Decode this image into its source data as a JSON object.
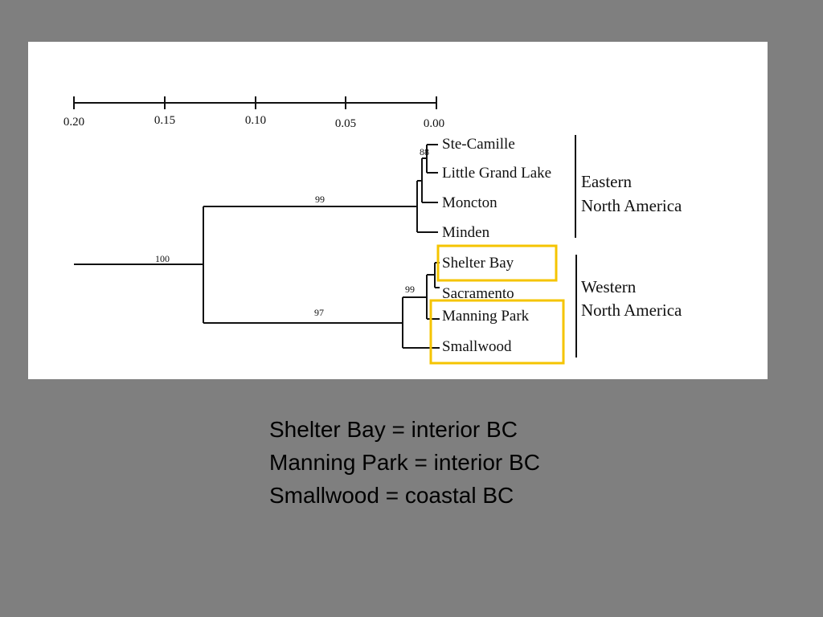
{
  "colors": {
    "background": "#7f7f7f",
    "panel": "#ffffff",
    "highlight": "#f5c400",
    "ink": "#111111"
  },
  "scale_bar": {
    "ticks": [
      "0.20",
      "0.15",
      "0.10",
      "0.05",
      "0.00"
    ]
  },
  "taxa": [
    "Ste-Camille",
    "Little Grand Lake",
    "Moncton",
    "Minden",
    "Shelter Bay",
    "Sacramento",
    "Manning Park",
    "Smallwood"
  ],
  "support_values": {
    "root": "100",
    "eastern": "99",
    "ste_camille_lgl": "88",
    "western": "97",
    "western_inner": "99"
  },
  "regions": {
    "eastern": [
      "Eastern",
      "North America"
    ],
    "western": [
      "Western",
      "North America"
    ]
  },
  "highlighted_taxa": [
    "Shelter Bay",
    "Manning Park",
    "Smallwood"
  ],
  "notes": [
    "Shelter Bay = interior BC",
    "Manning Park = interior BC",
    "Smallwood = coastal BC"
  ]
}
